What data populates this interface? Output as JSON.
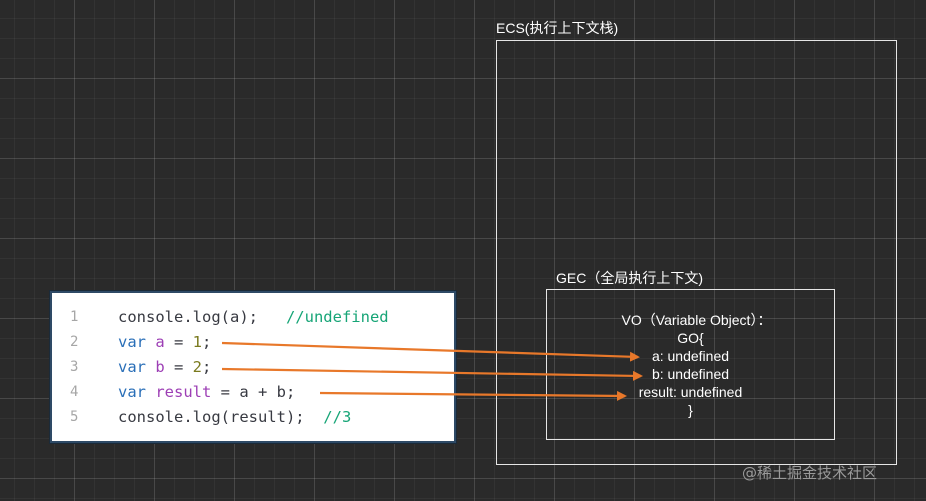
{
  "ecs": {
    "label": "ECS(执行上下文栈)"
  },
  "gec": {
    "label": "GEC（全局执行上下文)",
    "vo_lines": [
      "VO（Variable Object）：",
      "GO{",
      "a: undefined",
      "b: undefined",
      "result: undefined",
      "}"
    ]
  },
  "code": {
    "lines": [
      {
        "number": "1",
        "tokens": [
          {
            "text": "console.log(a);",
            "kind": "plain"
          },
          {
            "text": "   //undefined",
            "kind": "cmt"
          }
        ]
      },
      {
        "number": "2",
        "tokens": [
          {
            "text": "var",
            "kind": "kw"
          },
          {
            "text": " a ",
            "kind": "var"
          },
          {
            "text": "=",
            "kind": "op"
          },
          {
            "text": " 1",
            "kind": "num"
          },
          {
            "text": ";",
            "kind": "plain"
          }
        ]
      },
      {
        "number": "3",
        "tokens": [
          {
            "text": "var",
            "kind": "kw"
          },
          {
            "text": " b ",
            "kind": "var"
          },
          {
            "text": "=",
            "kind": "op"
          },
          {
            "text": " 2",
            "kind": "num"
          },
          {
            "text": ";",
            "kind": "plain"
          }
        ]
      },
      {
        "number": "4",
        "tokens": [
          {
            "text": "var",
            "kind": "kw"
          },
          {
            "text": " result ",
            "kind": "var"
          },
          {
            "text": "= a + b;",
            "kind": "plain"
          }
        ]
      },
      {
        "number": "5",
        "tokens": [
          {
            "text": "console.log(result);",
            "kind": "plain"
          },
          {
            "text": "  //3",
            "kind": "cmt"
          }
        ]
      }
    ]
  },
  "arrows": [
    {
      "from_line": "2",
      "to": "a: undefined"
    },
    {
      "from_line": "3",
      "to": "b: undefined"
    },
    {
      "from_line": "4",
      "to": "result: undefined"
    }
  ],
  "colors": {
    "arrow": "#e8782a",
    "background": "#2a2a2a",
    "box_border": "#e6e6e6"
  },
  "watermark": "@稀土掘金技术社区"
}
